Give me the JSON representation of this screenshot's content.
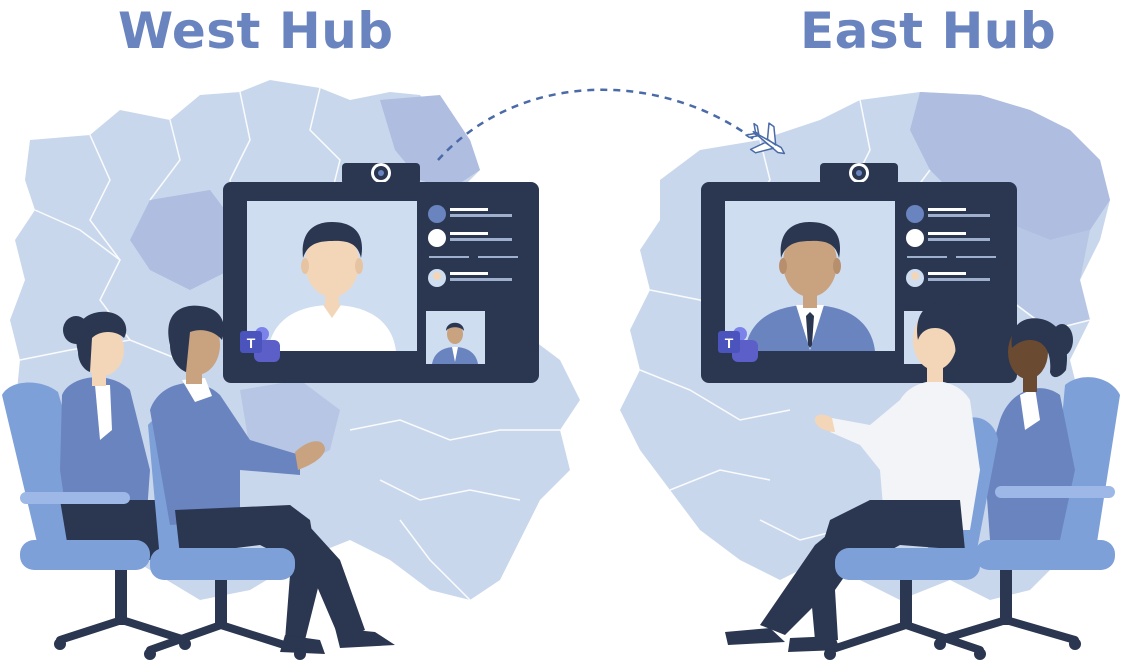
{
  "hubs": {
    "west": {
      "title": "West Hub"
    },
    "east": {
      "title": "East Hub"
    }
  },
  "app_badge": {
    "letter": "T"
  },
  "colors": {
    "title": "#6a84bf",
    "map_light": "#c9d7ec",
    "map_mid": "#aebde0",
    "screen_frame": "#2b3650",
    "screen_bg": "#cfddf0",
    "chair": "#7ea0d8",
    "suit": "#6a84bf",
    "dark_navy": "#2b3650"
  }
}
